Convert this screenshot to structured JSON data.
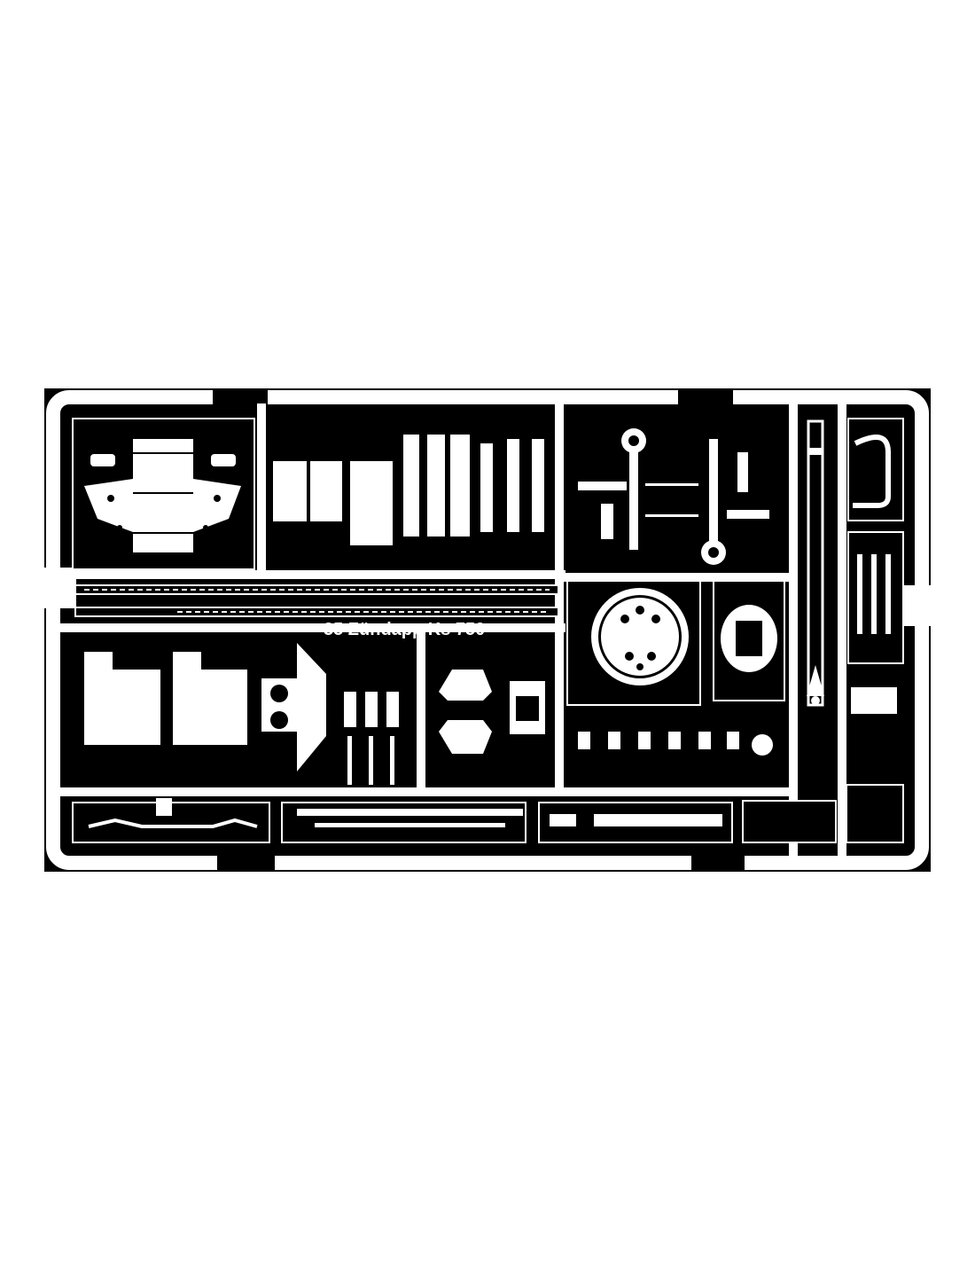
{
  "image": {
    "subject": "photo-etched-fret",
    "fret_label": "35 Zündapp Ks 750",
    "fret_label_end": "2"
  },
  "colors": {
    "page_background": "#ffffff",
    "fret_background": "#000000",
    "metal": "#ffffff"
  }
}
